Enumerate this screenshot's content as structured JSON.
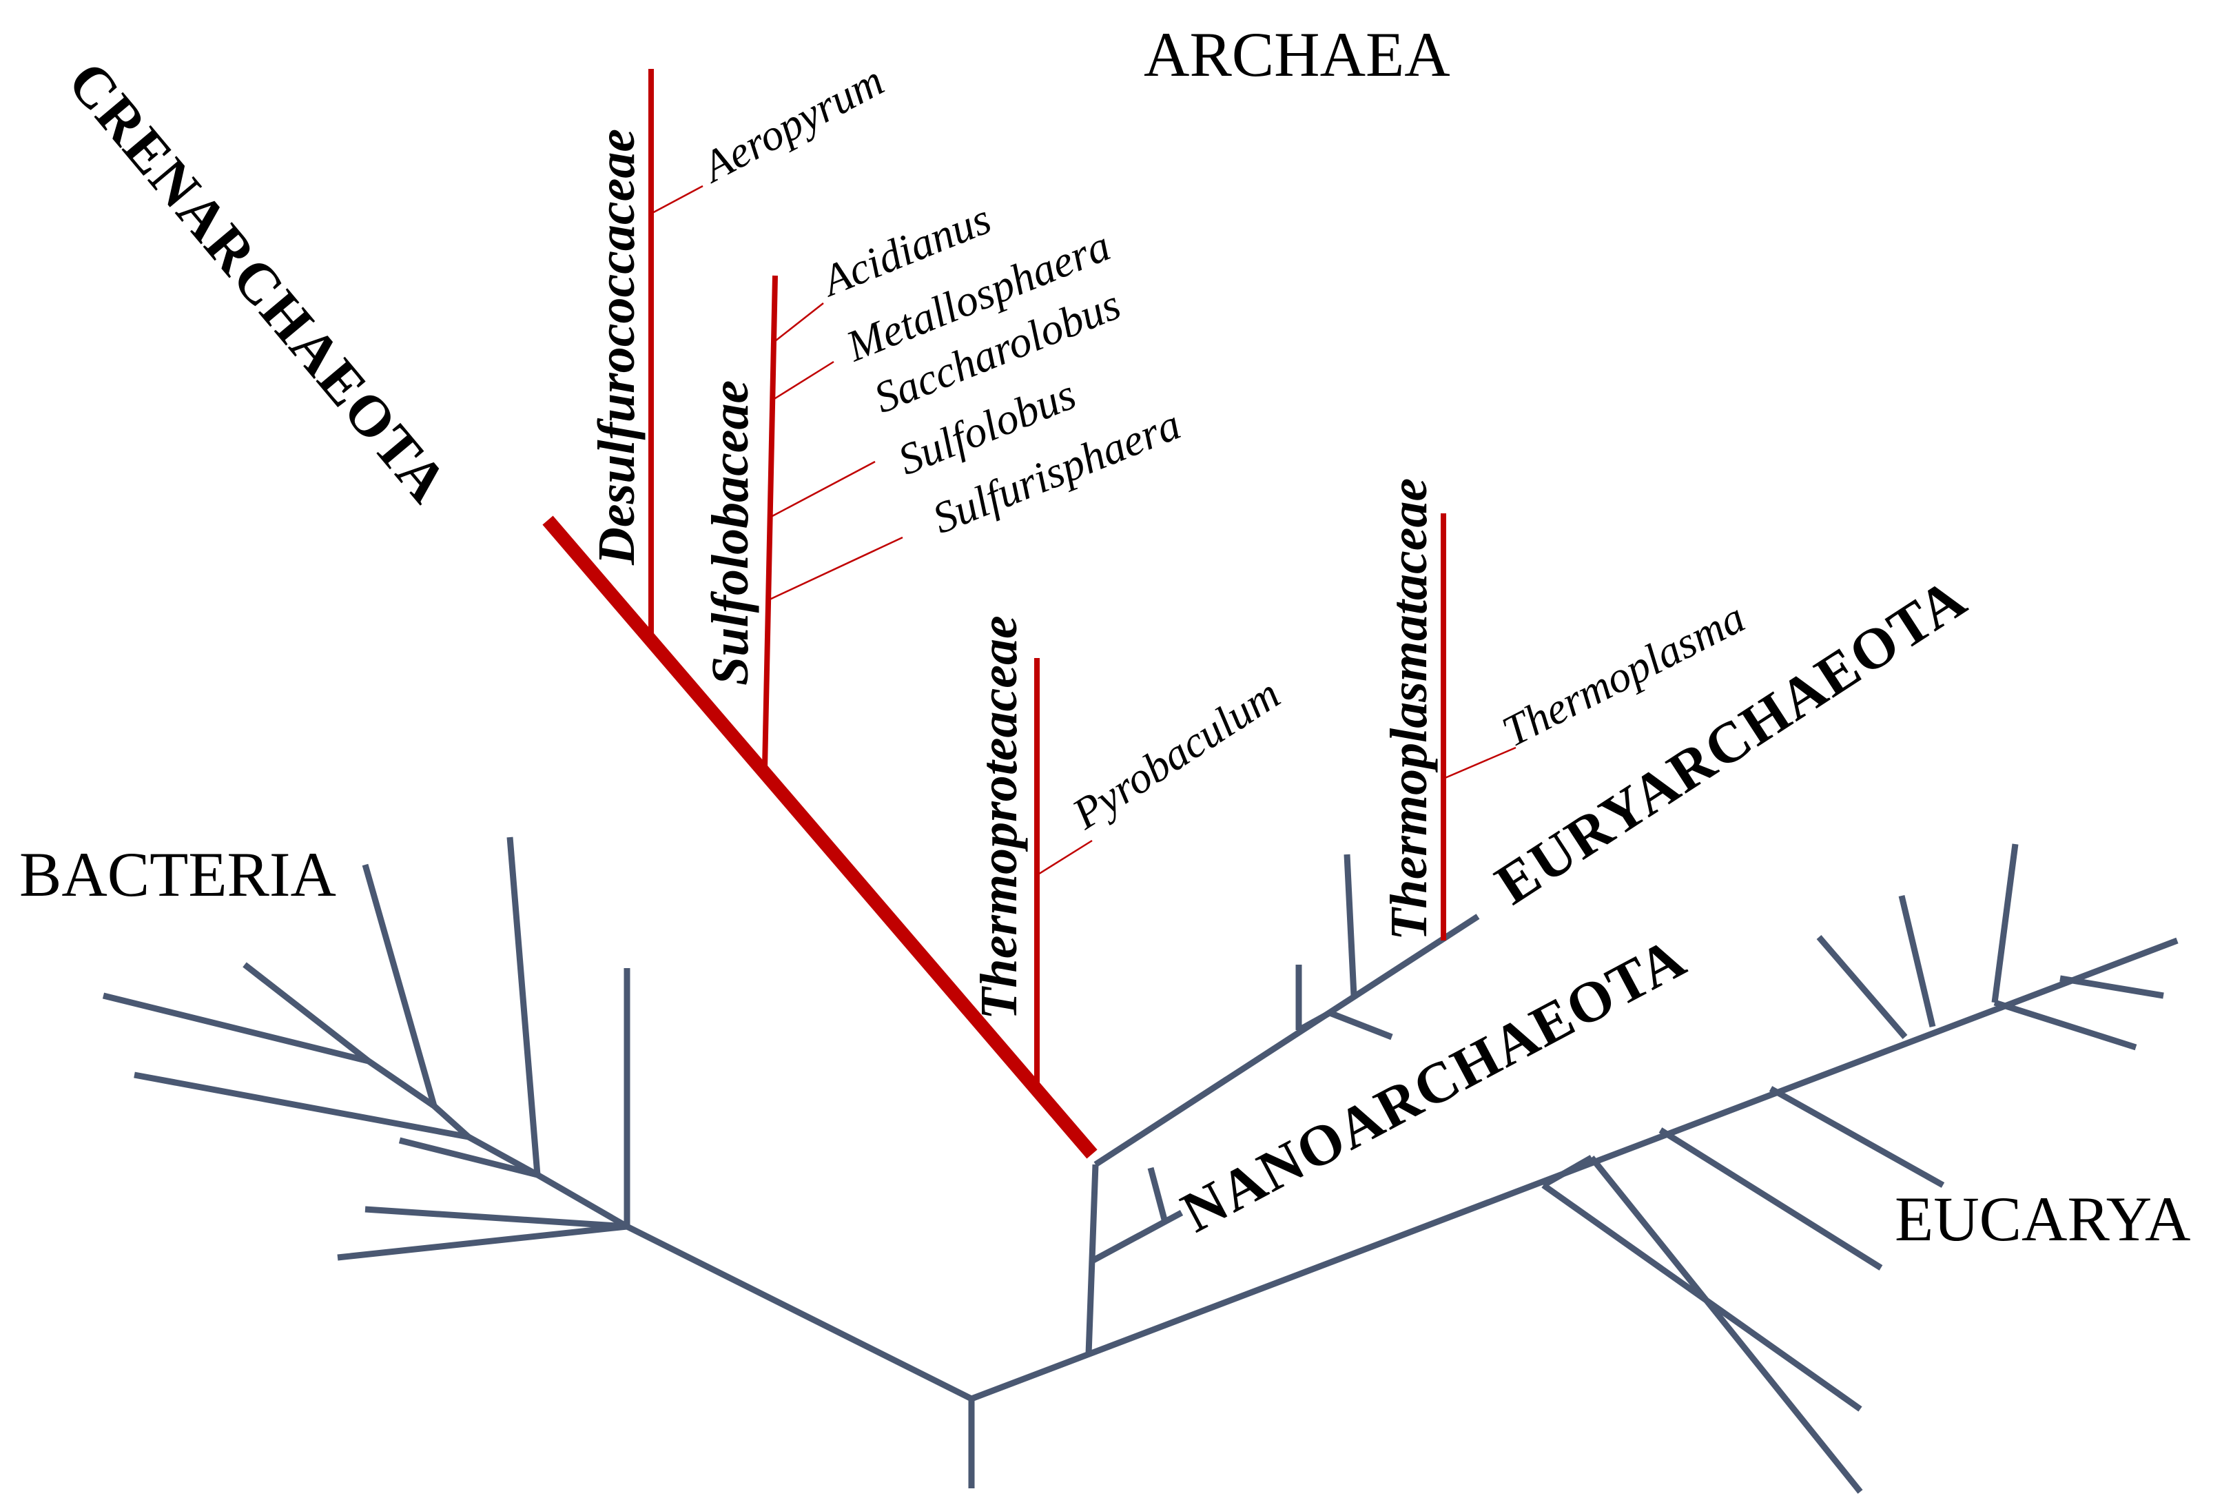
{
  "domains": {
    "archaea": "ARCHAEA",
    "bacteria": "BACTERIA",
    "eucarya": "EUCARYA"
  },
  "phyla": {
    "crenarchaeota": "CRENARCHAEOTA",
    "euryarchaeota": "EURYARCHAEOTA",
    "nanoarchaeota": "NANOARCHAEOTA"
  },
  "families": {
    "desulfurococcaceae": "Desulfurococcaceae",
    "sulfolobaceae": "Sulfolobaceae",
    "thermoproteaceae": "Thermoproteaceae",
    "thermoplasmataceae": "Thermoplasmataceae"
  },
  "genera": {
    "aeropyrum": "Aeropyrum",
    "acidianus": "Acidianus",
    "metallosphaera": "Metallosphaera",
    "saccharolobus": "Saccharolobus",
    "sulfolobus": "Sulfolobus",
    "sulfurisphaera": "Sulfurisphaera",
    "pyrobaculum": "Pyrobaculum",
    "thermoplasma": "Thermoplasma"
  },
  "colors": {
    "crenarchaeota_branch": "#c00000",
    "tree_branch": "#4a5872"
  }
}
